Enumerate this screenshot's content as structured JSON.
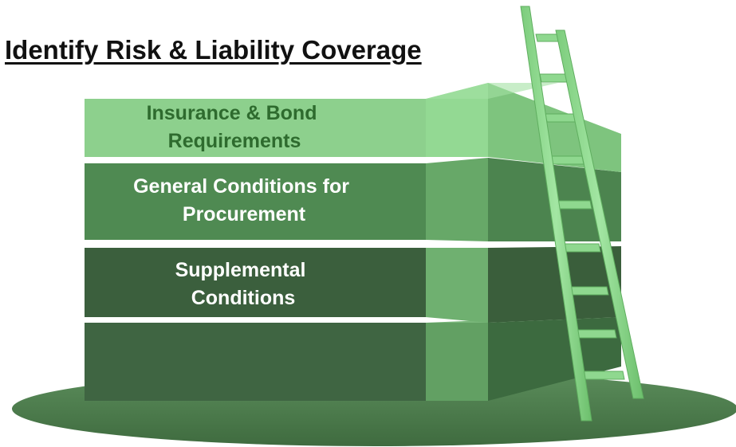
{
  "title": "Identify Risk & Liability Coverage",
  "blocks": [
    {
      "line1": "Insurance & Bond",
      "line2": "Requirements"
    },
    {
      "line1": "General Conditions for",
      "line2": "Procurement"
    },
    {
      "line1": "Supplemental",
      "line2": "Conditions"
    },
    {
      "line1": "",
      "line2": ""
    }
  ],
  "colors": {
    "ground": "#4e7d4e",
    "block1": "#8dd08d",
    "block2": "#4f8a52",
    "block3": "#3b5f3d",
    "block4": "#3f6542",
    "ladder": "#8fd88f",
    "text_dark": "#2e6b2e",
    "text_light": "#ffffff"
  },
  "icons": {
    "ladder": "ladder-icon"
  }
}
